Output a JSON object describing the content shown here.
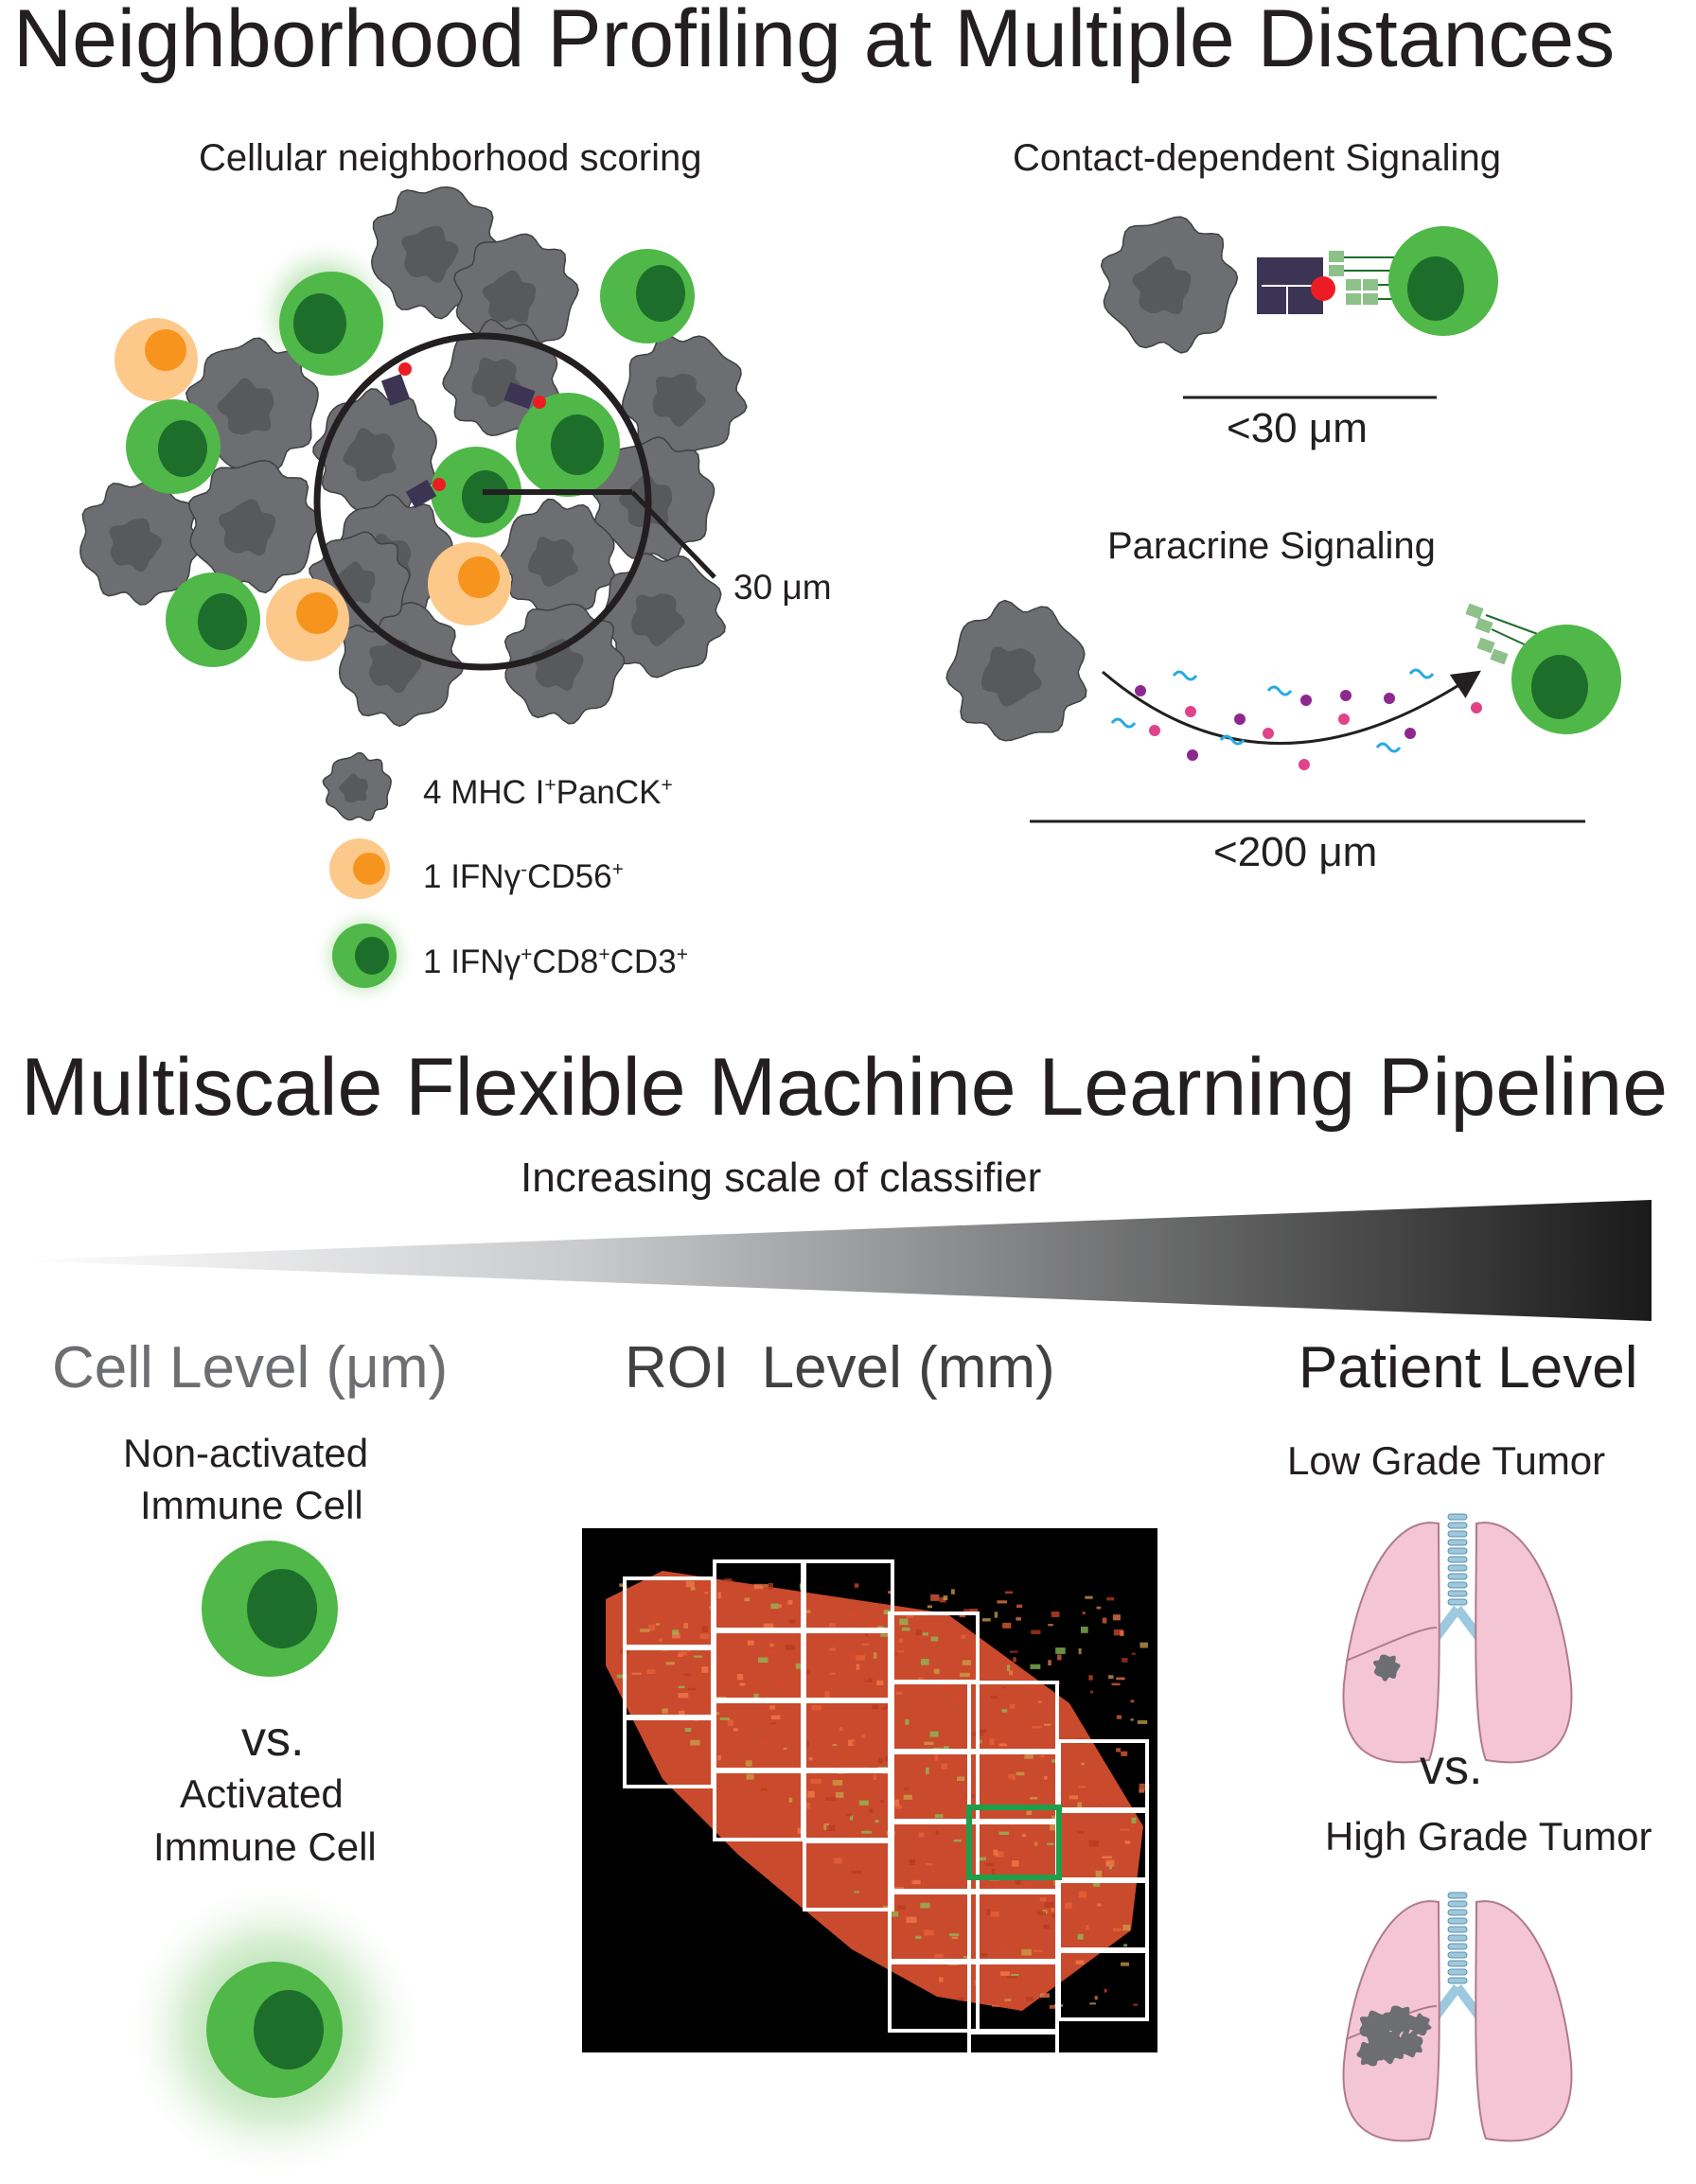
{
  "section1": {
    "title": "Neighborhood Profiling at Multiple Distances",
    "neighborhood_title": "Cellular neighborhood scoring",
    "radius_label": "30 μm",
    "contact_title": "Contact-dependent Signaling",
    "contact_distance": "<30 μm",
    "paracrine_title": "Paracrine Signaling",
    "paracrine_distance": "<200 μm",
    "legend": [
      {
        "count": "4",
        "a": "MHC I",
        "a_sup": "+",
        "b": "PanCK",
        "b_sup": "+",
        "c": "",
        "c_sup": ""
      },
      {
        "count": "1",
        "a": "IFNγ",
        "a_sup": "-",
        "b": "CD56",
        "b_sup": "+",
        "c": "",
        "c_sup": ""
      },
      {
        "count": "1",
        "a": "IFNγ",
        "a_sup": "+",
        "b": "CD8",
        "b_sup": "+",
        "c": "CD3",
        "c_sup": "+"
      }
    ]
  },
  "section2": {
    "title": "Multiscale Flexible Machine Learning Pipeline",
    "scale_label": "Increasing scale of classifier",
    "cell_level": {
      "heading": "Cell Level (μm)",
      "top_line1": "Non-activated",
      "top_line2": "Immune Cell",
      "vs": "vs.",
      "bottom_line1": "Activated",
      "bottom_line2": "Immune Cell"
    },
    "roi_level": {
      "heading": "ROI  Level (mm)"
    },
    "patient_level": {
      "heading": "Patient Level",
      "top_label": "Low Grade Tumor",
      "vs": "vs.",
      "bottom_label": "High Grade Tumor"
    }
  },
  "colors": {
    "tumor": "#6d6e71",
    "tumor_core": "#58595b",
    "immune_green": "#4fb848",
    "immune_nucleus": "#1d6e2b",
    "nk_orange": "#f7941d",
    "nk_halo": "#fcc98b",
    "receptor": "#3b3452",
    "ligand_red": "#ed1c24",
    "lung_pink": "#f4c6d5",
    "roi_highlight": "#1e9e4a"
  }
}
